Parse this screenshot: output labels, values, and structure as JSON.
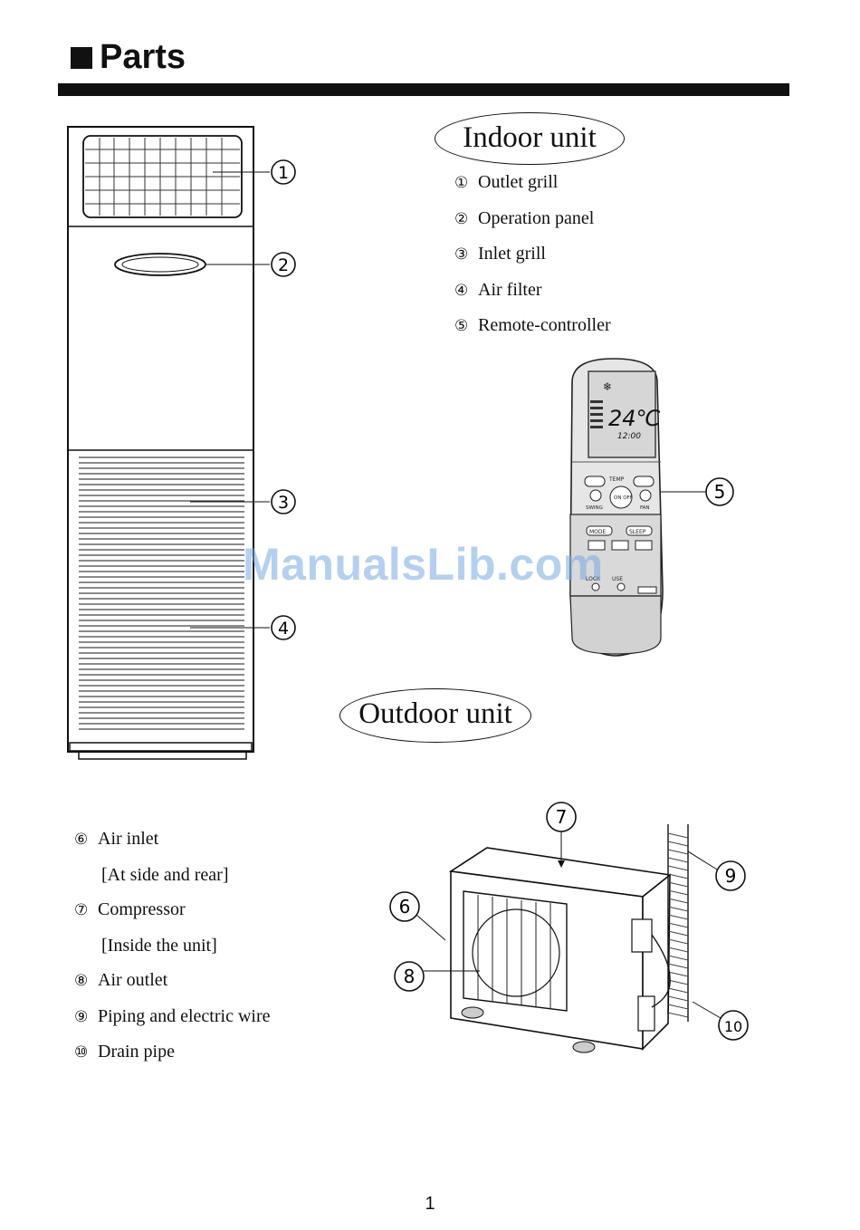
{
  "header": {
    "title": "Parts"
  },
  "indoor": {
    "heading": "Indoor unit",
    "items": [
      {
        "num": "①",
        "label": "Outlet grill"
      },
      {
        "num": "②",
        "label": "Operation panel"
      },
      {
        "num": "③",
        "label": "Inlet grill"
      },
      {
        "num": "④",
        "label": "Air filter"
      },
      {
        "num": "⑤",
        "label": "Remote-controller"
      }
    ],
    "callouts": [
      "1",
      "2",
      "3",
      "4",
      "5"
    ]
  },
  "outdoor": {
    "heading": "Outdoor unit",
    "items": [
      {
        "num": "⑥",
        "label": "Air inlet",
        "sub": "[At side and rear]"
      },
      {
        "num": "⑦",
        "label": "Compressor",
        "sub": "[Inside the unit]"
      },
      {
        "num": "⑧",
        "label": "Air outlet"
      },
      {
        "num": "⑨",
        "label": "Piping and electric wire"
      },
      {
        "num": "⑩",
        "label": "Drain pipe"
      }
    ],
    "callouts": [
      "6",
      "7",
      "8",
      "9",
      "10"
    ]
  },
  "remote": {
    "temp": "24℃",
    "clock": "12:00",
    "buttons": {
      "temp": "TEMP",
      "on_off": "ON OFF",
      "swing": "SWING",
      "fan": "FAN",
      "mode": "MODE",
      "sleep": "SLEEP",
      "lock": "LOCK",
      "use": "USE"
    }
  },
  "watermark": "ManualsLib.com",
  "page_number": "1"
}
